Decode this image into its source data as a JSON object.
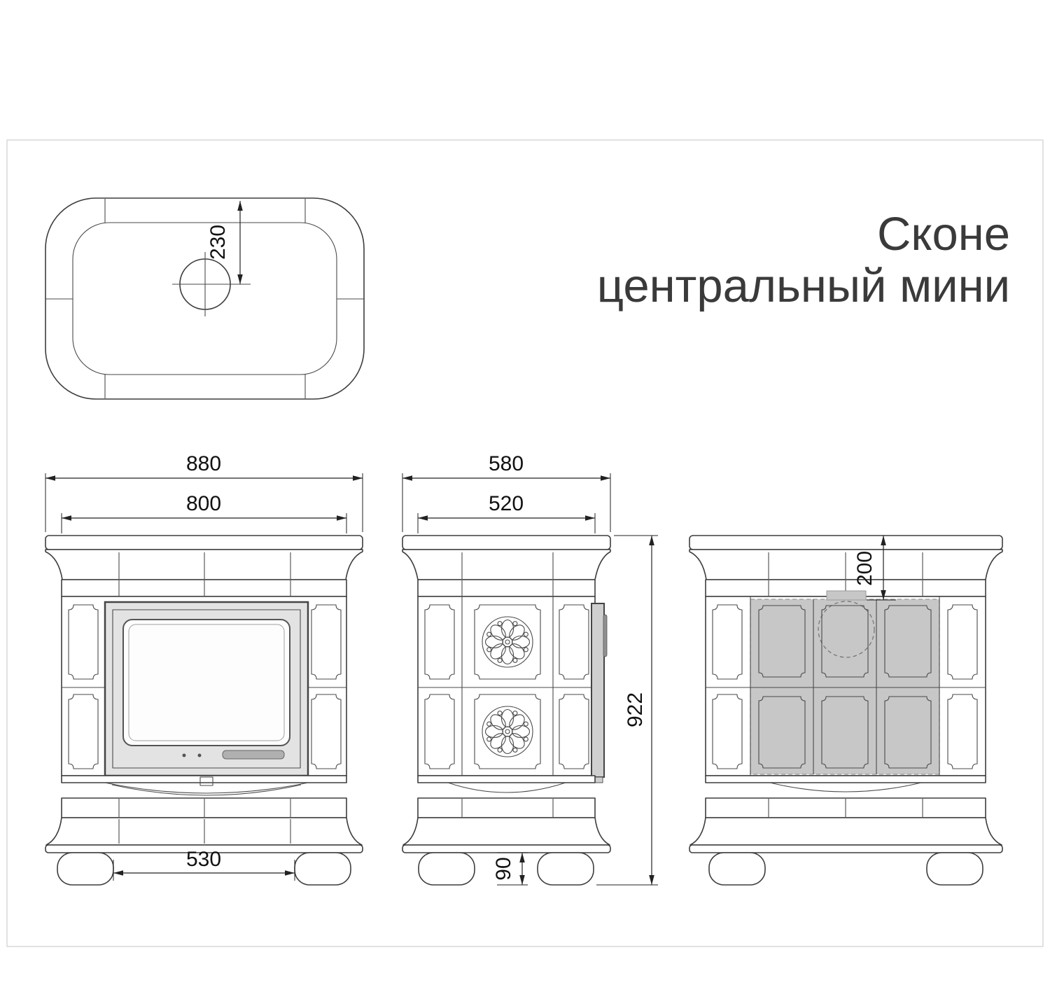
{
  "title": {
    "line1": "Сконе",
    "line2": "центральный мини"
  },
  "dimensions": {
    "top_flue_offset": "230",
    "front_overall_width": "880",
    "front_body_width": "800",
    "front_feet_span": "530",
    "side_overall_depth": "580",
    "side_body_depth": "520",
    "overall_height": "922",
    "foot_height": "90",
    "back_flue_offset": "200"
  }
}
